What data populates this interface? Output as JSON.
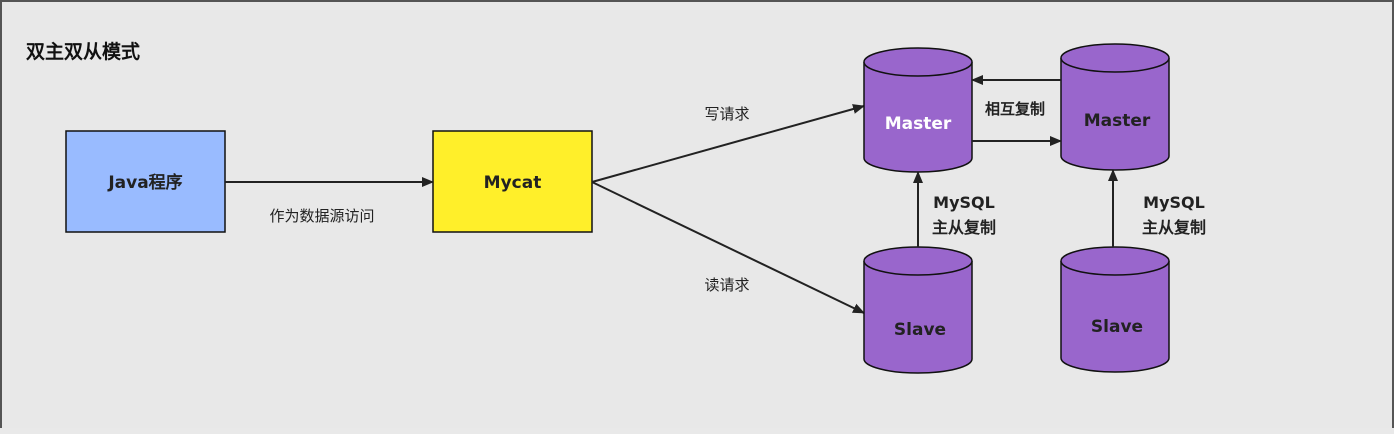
{
  "title": "双主双从模式",
  "nodes": {
    "java": "Java程序",
    "mycat": "Mycat",
    "master1": "Master",
    "master2": "Master",
    "slave1": "Slave",
    "slave2": "Slave"
  },
  "edges": {
    "java_to_mycat": "作为数据源访问",
    "write": "写请求",
    "read": "读请求",
    "mutual": "相互复制",
    "repl1_line1": "MySQL",
    "repl1_line2": "主从复制",
    "repl2_line1": "MySQL",
    "repl2_line2": "主从复制"
  },
  "colors": {
    "background": "#e8e8e8",
    "java_fill": "#99bbff",
    "mycat_fill": "#ffef2a",
    "db_fill": "#9966cc",
    "db_stroke": "#111111",
    "arrow": "#222222"
  }
}
